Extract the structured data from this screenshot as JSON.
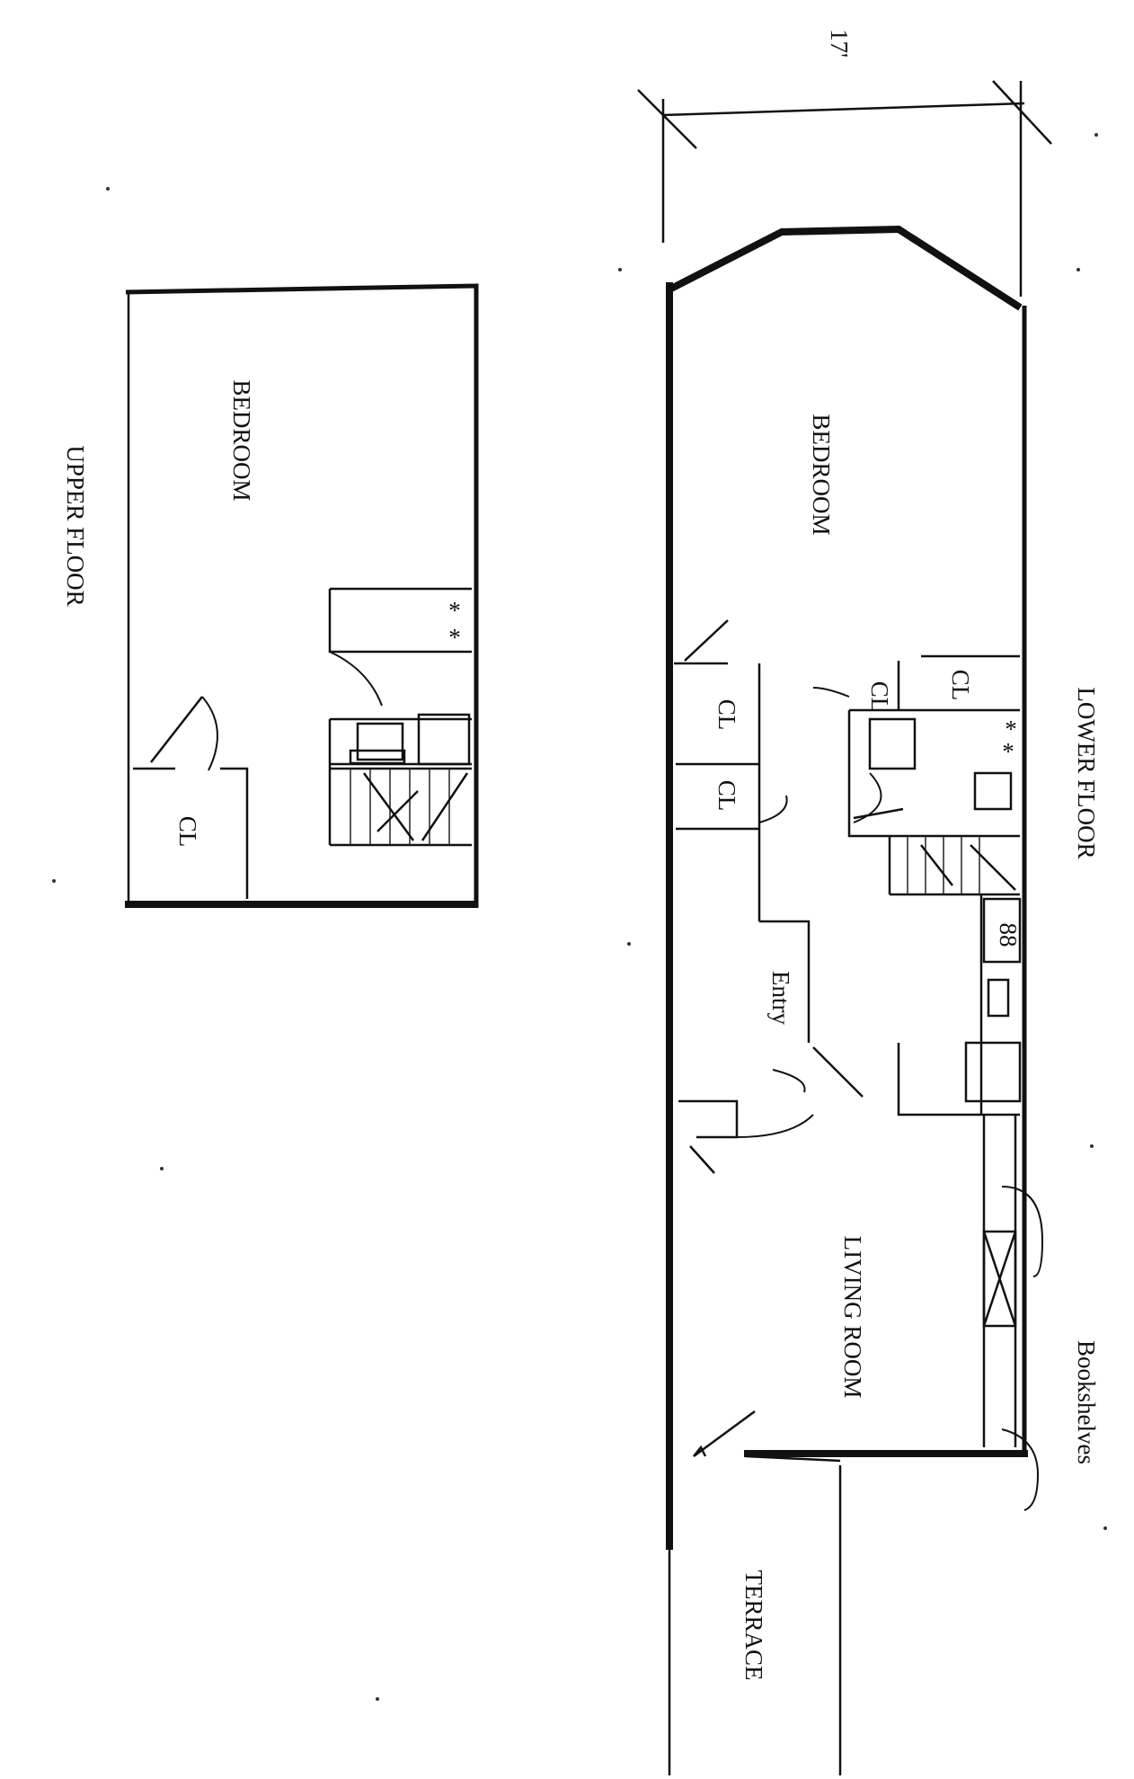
{
  "dimension": {
    "label": "17'"
  },
  "upper_floor": {
    "title": "UPPER FLOOR",
    "bedroom_label": "BEDROOM",
    "closet_label": "CL"
  },
  "lower_floor": {
    "title": "LOWER FLOOR",
    "bedroom_label": "BEDROOM",
    "closet_labels": [
      "CL",
      "CL",
      "CL",
      "CL"
    ],
    "entry_label": "Entry",
    "living_room_label": "LIVING ROOM",
    "bookshelves_label": "Bookshelves",
    "terrace_label": "TERRACE",
    "cooktop_label": "88"
  },
  "colors": {
    "ink": "#111111",
    "paper": "#ffffff"
  }
}
